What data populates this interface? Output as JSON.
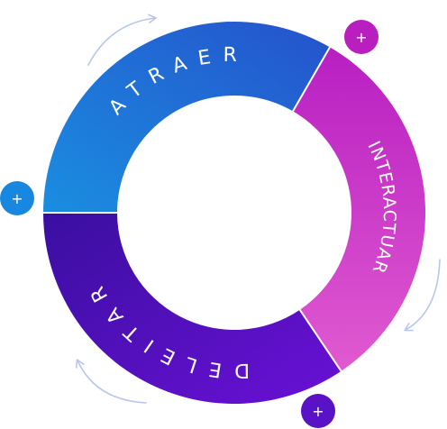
{
  "cycle": {
    "segments": [
      {
        "key": "atraer",
        "label": "ATRAER"
      },
      {
        "key": "interactuar",
        "label": "INTERACTUAR"
      },
      {
        "key": "deleitar",
        "label": "DELEITAR"
      }
    ],
    "plus_label": "+"
  },
  "colors": {
    "atraer_start": "#1a8ee0",
    "atraer_end": "#2552cc",
    "interactuar_start": "#b81fc2",
    "interactuar_end": "#e05ad0",
    "deleitar_start": "#3a0fa0",
    "deleitar_end": "#6a10d6",
    "arrow": "#b8c6ee",
    "plus_blue": "#1787e0",
    "plus_magenta": "#b91fbf",
    "plus_purple": "#5a12c6"
  }
}
